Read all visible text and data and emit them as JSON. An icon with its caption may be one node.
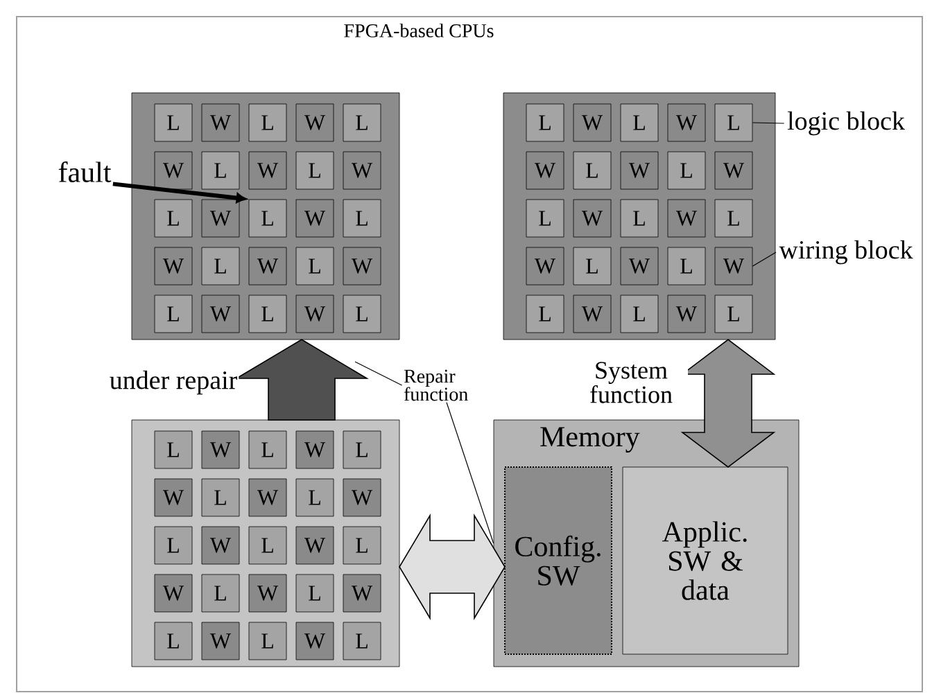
{
  "diagram": {
    "title": "FPGA-based CPUs",
    "nodes": [
      {
        "text": [],
        "shape": "box"
      },
      {
        "text": [
          "L"
        ],
        "in": 0
      },
      {
        "text": [
          "W"
        ],
        "in": 0
      },
      {
        "text": [
          "L"
        ],
        "in": 0
      },
      {
        "text": [
          "W"
        ],
        "in": 0
      },
      {
        "text": [
          "L"
        ],
        "in": 0
      },
      {
        "text": [
          "W"
        ],
        "in": 0
      },
      {
        "text": [
          "L"
        ],
        "in": 0
      },
      {
        "text": [
          "W"
        ],
        "in": 0
      },
      {
        "text": [
          "L"
        ],
        "in": 0
      },
      {
        "text": [
          "W"
        ],
        "in": 0
      },
      {
        "text": [
          "L"
        ],
        "in": 0
      },
      {
        "text": [
          "W"
        ],
        "in": 0
      },
      {
        "text": [
          "L"
        ],
        "in": 0
      },
      {
        "text": [
          "W"
        ],
        "in": 0
      },
      {
        "text": [
          "L"
        ],
        "in": 0
      },
      {
        "text": [
          "W"
        ],
        "in": 0
      },
      {
        "text": [
          "L"
        ],
        "in": 0
      },
      {
        "text": [
          "W"
        ],
        "in": 0
      },
      {
        "text": [
          "L"
        ],
        "in": 0
      },
      {
        "text": [
          "W"
        ],
        "in": 0
      },
      {
        "text": [
          "L"
        ],
        "in": 0
      },
      {
        "text": [
          "W"
        ],
        "in": 0
      },
      {
        "text": [
          "L"
        ],
        "in": 0
      },
      {
        "text": [
          "W"
        ],
        "in": 0
      },
      {
        "text": [
          "L"
        ],
        "in": 0
      },
      {
        "text": [],
        "shape": "box"
      },
      {
        "text": [
          "L"
        ],
        "in": 26
      },
      {
        "text": [
          "W"
        ],
        "in": 26
      },
      {
        "text": [
          "L"
        ],
        "in": 26
      },
      {
        "text": [
          "W"
        ],
        "in": 26
      },
      {
        "text": [
          "L"
        ],
        "in": 26
      },
      {
        "text": [
          "W"
        ],
        "in": 26
      },
      {
        "text": [
          "L"
        ],
        "in": 26
      },
      {
        "text": [
          "W"
        ],
        "in": 26
      },
      {
        "text": [
          "L"
        ],
        "in": 26
      },
      {
        "text": [
          "W"
        ],
        "in": 26
      },
      {
        "text": [
          "L"
        ],
        "in": 26
      },
      {
        "text": [
          "W"
        ],
        "in": 26
      },
      {
        "text": [
          "L"
        ],
        "in": 26
      },
      {
        "text": [
          "W"
        ],
        "in": 26
      },
      {
        "text": [
          "L"
        ],
        "in": 26
      },
      {
        "text": [
          "W"
        ],
        "in": 26
      },
      {
        "text": [
          "L"
        ],
        "in": 26
      },
      {
        "text": [
          "W"
        ],
        "in": 26
      },
      {
        "text": [
          "L"
        ],
        "in": 26
      },
      {
        "text": [
          "W"
        ],
        "in": 26
      },
      {
        "text": [
          "L"
        ],
        "in": 26
      },
      {
        "text": [
          "W"
        ],
        "in": 26
      },
      {
        "text": [
          "L"
        ],
        "in": 26
      },
      {
        "text": [
          "W"
        ],
        "in": 26
      },
      {
        "text": [
          "L"
        ],
        "in": 26
      },
      {
        "text": [],
        "shape": "box"
      },
      {
        "text": [
          "L"
        ],
        "in": 52
      },
      {
        "text": [
          "W"
        ],
        "in": 52
      },
      {
        "text": [
          "L"
        ],
        "in": 52
      },
      {
        "text": [
          "W"
        ],
        "in": 52
      },
      {
        "text": [
          "L"
        ],
        "in": 52
      },
      {
        "text": [
          "W"
        ],
        "in": 52
      },
      {
        "text": [
          "L"
        ],
        "in": 52
      },
      {
        "text": [
          "W"
        ],
        "in": 52
      },
      {
        "text": [
          "L"
        ],
        "in": 52
      },
      {
        "text": [
          "W"
        ],
        "in": 52
      },
      {
        "text": [
          "L"
        ],
        "in": 52
      },
      {
        "text": [
          "W"
        ],
        "in": 52
      },
      {
        "text": [
          "L"
        ],
        "in": 52
      },
      {
        "text": [
          "W"
        ],
        "in": 52
      },
      {
        "text": [
          "L"
        ],
        "in": 52
      },
      {
        "text": [
          "W"
        ],
        "in": 52
      },
      {
        "text": [
          "L"
        ],
        "in": 52
      },
      {
        "text": [
          "W"
        ],
        "in": 52
      },
      {
        "text": [
          "L"
        ],
        "in": 52
      },
      {
        "text": [
          "W"
        ],
        "in": 52
      },
      {
        "text": [
          "L"
        ],
        "in": 52
      },
      {
        "text": [
          "W"
        ],
        "in": 52
      },
      {
        "text": [
          "L"
        ],
        "in": 52
      },
      {
        "text": [
          "W"
        ],
        "in": 52
      },
      {
        "text": [
          "L"
        ],
        "in": 52
      },
      {
        "text": [
          "Memory"
        ]
      },
      {
        "text": [
          "Config. SW"
        ],
        "in": 78
      },
      {
        "text": [
          "Applic. SW & data"
        ],
        "in": 78
      },
      {
        "text": [
          "fault"
        ]
      },
      {
        "text": [
          "logic block"
        ]
      },
      {
        "text": [
          "wiring block"
        ]
      },
      {
        "text": [
          "Repair function"
        ]
      }
    ],
    "edges": [
      {
        "from": 52,
        "to": 0,
        "arrow": "to",
        "label": "under repair",
        "style": "thick",
        "color": "#505050"
      },
      {
        "from": 80,
        "to": 26,
        "arrow": "both",
        "label": "System function",
        "style": "thick",
        "color": "#909090"
      },
      {
        "from": 79,
        "to": 52,
        "arrow": "both",
        "style": "thick",
        "color": "#e0e0e0"
      },
      {
        "from": 81,
        "to": 13,
        "arrow": "to",
        "style": "thick"
      },
      {
        "from": 82,
        "to": 31,
        "arrow": "none"
      },
      {
        "from": 83,
        "to": 46,
        "arrow": "none"
      },
      {
        "from": 84,
        "to": null,
        "arrow": "none"
      },
      {
        "from": 84,
        "to": 78,
        "arrow": "none"
      }
    ]
  }
}
